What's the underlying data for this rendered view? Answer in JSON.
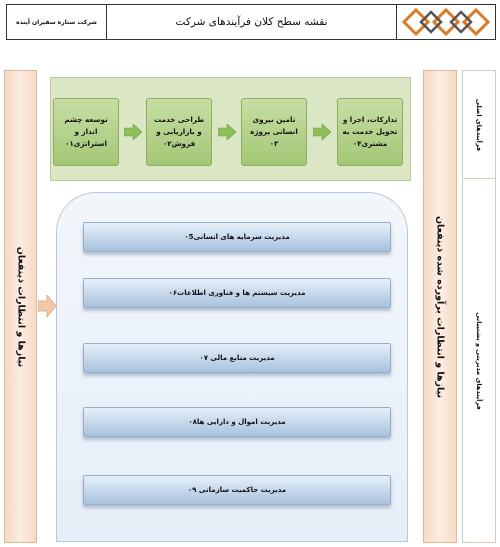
{
  "header": {
    "company_name": "شرکت ستاره سفیران آینده",
    "title": "نقشه سطح کلان فرآیندهای شرکت",
    "logo_icon": "company-logo-icon"
  },
  "left_bar": {
    "label": "نیازها و انتظارات ذینفعان"
  },
  "right_bar": {
    "label": "نیازها و انتظارات برآورده شده ذینفعان"
  },
  "right_strip": {
    "main_label": "فرآیندهای اصلی",
    "support_label": "فرآیندهای مدیریتی و پشتیبانی"
  },
  "main_processes": [
    {
      "id": "04",
      "label": "تدارکات، اجرا و تحویل خدمت به مشتری۰۴"
    },
    {
      "id": "03",
      "label": "تامین نیروی انسانی پروژه ۰۳"
    },
    {
      "id": "02",
      "label": "طراحی خدمت و بازاریابی و فروش۰۲"
    },
    {
      "id": "01",
      "label": "توسعه چشم انداز و استراتژی۰۱"
    }
  ],
  "support_processes": [
    {
      "id": "05",
      "label": "مدیریت سرمایه های انسانی۰5"
    },
    {
      "id": "06",
      "label": "مدیریت سیستم ها و فناوری اطلاعات۰۶"
    },
    {
      "id": "07",
      "label": "مدیریت منابع مالی ۰۷"
    },
    {
      "id": "08",
      "label": "مدیریت اموال و دارایی ها۰۸"
    },
    {
      "id": "09",
      "label": "مدیریت حاکمیت سازمانی ۰۹"
    }
  ],
  "colors": {
    "main_box": "#a4c776",
    "main_panel": "#dbe7c4",
    "support_box": "#c3d6ea",
    "side_bar": "#f7d9c3",
    "arrow": "#8fbf5a",
    "logo": "#e07a20"
  }
}
